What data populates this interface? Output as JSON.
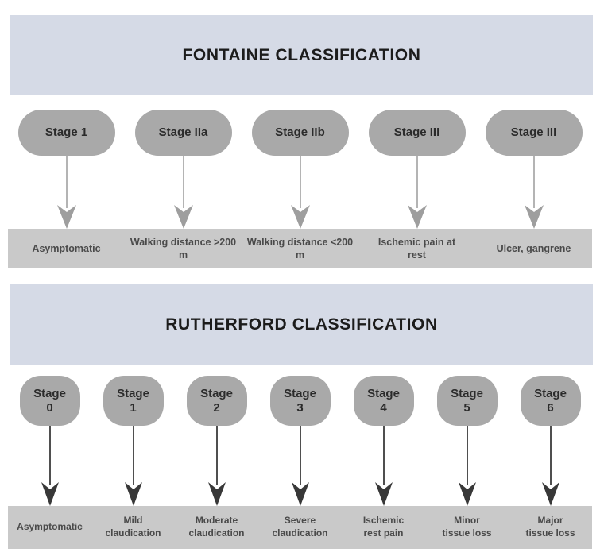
{
  "colors": {
    "header_bg": "#d5dae6",
    "pill_bg": "#a9a9a9",
    "bar_bg": "#c9c9c9",
    "title_color": "#1c1c1c",
    "pill_text": "#2b2b2b",
    "desc_text": "#4a4a4a",
    "light_arrow_stem": "#b4b4b4",
    "light_arrow_head": "#9e9e9e",
    "dark_arrow_stem": "#4f4f4f",
    "dark_arrow_head": "#383838"
  },
  "fontaine": {
    "title": "FONTAINE CLASSIFICATION",
    "stages": [
      {
        "label": "Stage 1",
        "description": "Asymptomatic"
      },
      {
        "label": "Stage IIa",
        "description": "Walking distance >200\nm"
      },
      {
        "label": "Stage IIb",
        "description": "Walking distance <200\nm"
      },
      {
        "label": "Stage III",
        "description": "Ischemic pain at\nrest"
      },
      {
        "label": "Stage III",
        "description": "Ulcer, gangrene"
      }
    ]
  },
  "rutherford": {
    "title": "RUTHERFORD CLASSIFICATION",
    "stages": [
      {
        "label": "Stage 0",
        "description": "Asymptomatic"
      },
      {
        "label": "Stage 1",
        "description": "Mild\nclaudication"
      },
      {
        "label": "Stage 2",
        "description": "Moderate\nclaudication"
      },
      {
        "label": "Stage 3",
        "description": "Severe\nclaudication"
      },
      {
        "label": "Stage 4",
        "description": "Ischemic\nrest pain"
      },
      {
        "label": "Stage 5",
        "description": "Minor\ntissue loss"
      },
      {
        "label": "Stage 6",
        "description": "Major\ntissue loss"
      }
    ]
  }
}
